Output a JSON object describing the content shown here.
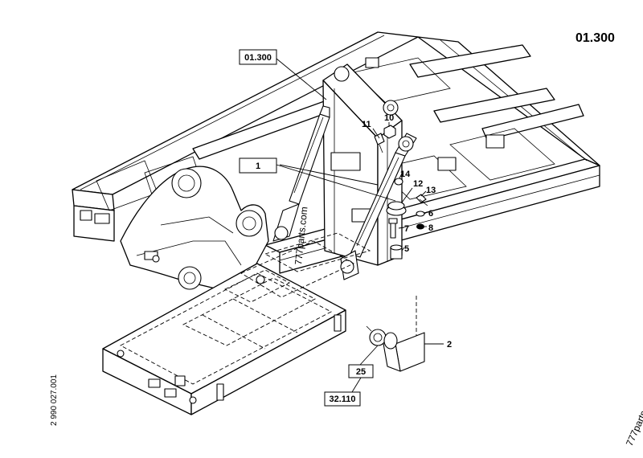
{
  "diagram": {
    "page_ref": "01.300",
    "document_number": "2 990 027.001",
    "watermark": "777parts.com",
    "reference_boxes": [
      {
        "id": "ref-01300",
        "label": "01.300"
      },
      {
        "id": "ref-1",
        "label": "1"
      },
      {
        "id": "ref-25",
        "label": "25"
      },
      {
        "id": "ref-32110",
        "label": "32.110"
      }
    ],
    "callouts": [
      {
        "id": "c10",
        "label": "10"
      },
      {
        "id": "c11",
        "label": "11"
      },
      {
        "id": "c14",
        "label": "14"
      },
      {
        "id": "c12",
        "label": "12"
      },
      {
        "id": "c13",
        "label": "13"
      },
      {
        "id": "c6",
        "label": "6"
      },
      {
        "id": "c7",
        "label": "7"
      },
      {
        "id": "c8",
        "label": "8"
      },
      {
        "id": "c5",
        "label": "5"
      },
      {
        "id": "c2",
        "label": "2"
      }
    ]
  }
}
